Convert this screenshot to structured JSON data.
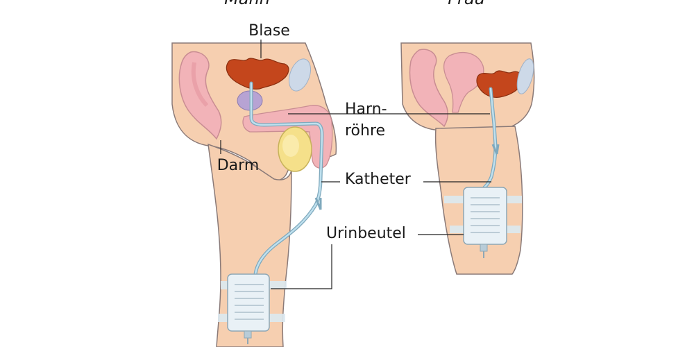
{
  "figure": {
    "man_title": "Mann",
    "woman_title": "Frau"
  },
  "labels": {
    "blase": "Blase",
    "harnroehre_line1": "Harn-",
    "harnroehre_line2": "röhre",
    "darm": "Darm",
    "katheter": "Katheter",
    "urinbeutel": "Urinbeutel"
  },
  "colors": {
    "skin": "#f6cfb0",
    "skin_outline": "#8a7a78",
    "organ_pink": "#f2b3b8",
    "bladder": "#c4461c",
    "tube": "#a9d3e6",
    "testis": "#f5e08a",
    "bag": "#e9f1f6"
  }
}
